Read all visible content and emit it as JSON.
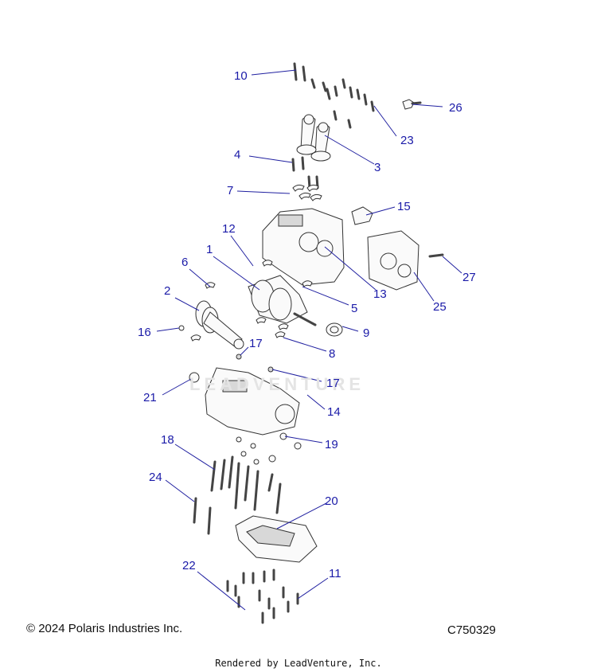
{
  "watermark": "LEADVENTURE",
  "copyright": "© 2024 Polaris Industries Inc.",
  "diagram_code": "C750329",
  "rendered_by": "Rendered by LeadVenture, Inc.",
  "callouts": {
    "c1": "1",
    "c2": "2",
    "c3": "3",
    "c4": "4",
    "c5": "5",
    "c6": "6",
    "c7": "7",
    "c8": "8",
    "c9": "9",
    "c10": "10",
    "c11": "11",
    "c12": "12",
    "c13": "13",
    "c14": "14",
    "c15": "15",
    "c16": "16",
    "c17a": "17",
    "c17b": "17",
    "c18": "18",
    "c19": "19",
    "c20": "20",
    "c21": "21",
    "c22": "22",
    "c23": "23",
    "c24": "24",
    "c25": "25",
    "c26": "26",
    "c27": "27"
  }
}
